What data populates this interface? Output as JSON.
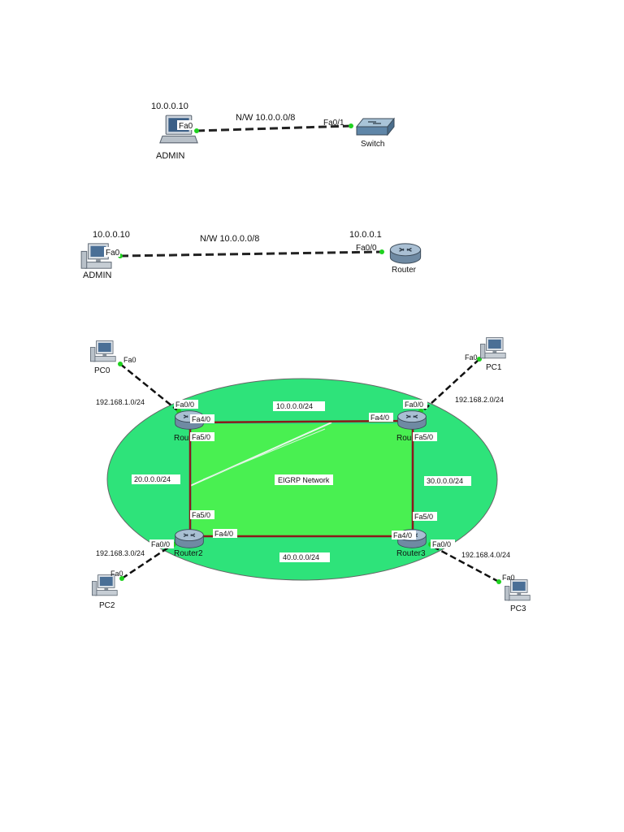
{
  "topology1": {
    "pc_ip": "10.0.0.10",
    "pc_port": "Fa0",
    "pc_name": "ADMIN",
    "link_label": "N/W  10.0.0.0/8",
    "switch_port": "Fa0/1",
    "switch_name": "Switch"
  },
  "topology2": {
    "pc_ip": "10.0.0.10",
    "pc_port": "Fa0",
    "pc_name": "ADMIN",
    "link_label": "N/W 10.0.0.0/8",
    "router_ip": "10.0.0.1",
    "router_port": "Fa0/0",
    "router_name": "Router"
  },
  "topology3": {
    "area_label": "EIGRP Network",
    "colors": {
      "area_fill": "#2ee37a",
      "core_fill": "#49f051",
      "link": "#8b1a1a",
      "port_dot": "#1fd11f"
    },
    "pcs": {
      "pc0": {
        "name": "PC0",
        "port": "Fa0"
      },
      "pc1": {
        "name": "PC1",
        "port": "Fa0"
      },
      "pc2": {
        "name": "PC2",
        "port": "Fa0"
      },
      "pc3": {
        "name": "PC3",
        "port": "Fa0"
      }
    },
    "routers": {
      "r0": {
        "name": "Rou",
        "p_lan": "Fa0/0",
        "p_h": "Fa4/0",
        "p_v": "Fa5/0"
      },
      "r1": {
        "name": "Rou",
        "p_lan": "Fa0/0",
        "p_h": "Fa4/0",
        "p_v": "Fa5/0"
      },
      "r2": {
        "name": "Router2",
        "p_lan": "Fa0/0",
        "p_h": "Fa4/0",
        "p_v": "Fa5/0"
      },
      "r3": {
        "name": "Router3",
        "p_lan": "Fa0/0",
        "p_h": "Fa4/0",
        "p_v": "Fa5/0"
      }
    },
    "networks": {
      "lan0": "192.168.1.0/24",
      "lan1": "192.168.2.0/24",
      "lan2": "192.168.3.0/24",
      "lan3": "192.168.4.0/24",
      "top": "10.0.0.0/24",
      "left": "20.0.0.0/24",
      "right": "30.0.0.0/24",
      "bottom": "40.0.0.0/24"
    }
  }
}
